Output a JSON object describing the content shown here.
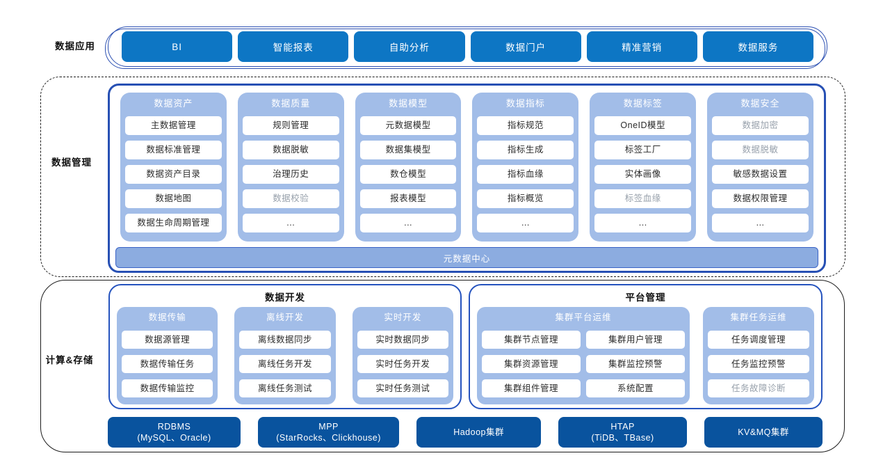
{
  "colors": {
    "app_button_blue": "#0d76c4",
    "storage_button_blue": "#09539e",
    "panel_light_blue": "#a2bde8",
    "metadata_bar_fill": "#8cace0",
    "metadata_bar_border": "#3a63c6",
    "box_border_blue": "#2553be",
    "inner_border_blue": "#2750b4",
    "muted_text_gray": "#97a0ab"
  },
  "app_layer": {
    "label": "数据应用",
    "buttons": [
      {
        "label": "BI"
      },
      {
        "label": "智能报表"
      },
      {
        "label": "自助分析"
      },
      {
        "label": "数据门户"
      },
      {
        "label": "精准营销"
      },
      {
        "label": "数据服务"
      }
    ]
  },
  "management_layer": {
    "label": "数据管理",
    "columns": [
      {
        "title": "数据资产",
        "items": [
          {
            "text": "主数据管理"
          },
          {
            "text": "数据标准管理"
          },
          {
            "text": "数据资产目录"
          },
          {
            "text": "数据地图"
          },
          {
            "text": "数据生命周期管理"
          }
        ]
      },
      {
        "title": "数据质量",
        "items": [
          {
            "text": "规则管理"
          },
          {
            "text": "数据脱敏"
          },
          {
            "text": "治理历史"
          },
          {
            "text": "数据校验",
            "muted": true
          },
          {
            "text": "..."
          }
        ]
      },
      {
        "title": "数据模型",
        "items": [
          {
            "text": "元数据模型"
          },
          {
            "text": "数据集模型"
          },
          {
            "text": "数仓模型"
          },
          {
            "text": "报表模型"
          },
          {
            "text": "..."
          }
        ]
      },
      {
        "title": "数据指标",
        "items": [
          {
            "text": "指标规范"
          },
          {
            "text": "指标生成"
          },
          {
            "text": "指标血缘"
          },
          {
            "text": "指标概览"
          },
          {
            "text": "..."
          }
        ]
      },
      {
        "title": "数据标签",
        "items": [
          {
            "text": "OneID模型"
          },
          {
            "text": "标签工厂"
          },
          {
            "text": "实体画像"
          },
          {
            "text": "标签血缘",
            "muted": true
          },
          {
            "text": "..."
          }
        ]
      },
      {
        "title": "数据安全",
        "items": [
          {
            "text": "数据加密",
            "muted": true
          },
          {
            "text": "数据脱敏",
            "muted": true
          },
          {
            "text": "敏感数据设置"
          },
          {
            "text": "数据权限管理"
          },
          {
            "text": "..."
          }
        ]
      }
    ],
    "metadata_bar": "元数据中心"
  },
  "compute_layer": {
    "label": "计算&存储",
    "dev_section": {
      "title": "数据开发",
      "groups": [
        {
          "title": "数据传输",
          "items": [
            {
              "text": "数据源管理"
            },
            {
              "text": "数据传输任务"
            },
            {
              "text": "数据传输监控"
            }
          ]
        },
        {
          "title": "离线开发",
          "items": [
            {
              "text": "离线数据同步"
            },
            {
              "text": "离线任务开发"
            },
            {
              "text": "离线任务测试"
            }
          ]
        },
        {
          "title": "实时开发",
          "items": [
            {
              "text": "实时数据同步"
            },
            {
              "text": "实时任务开发"
            },
            {
              "text": "实时任务测试"
            }
          ]
        }
      ]
    },
    "platform_section": {
      "title": "平台管理",
      "ops_group": {
        "title": "集群平台运维",
        "items": [
          {
            "text": "集群节点管理"
          },
          {
            "text": "集群用户管理"
          },
          {
            "text": "集群资源管理"
          },
          {
            "text": "集群监控预警"
          },
          {
            "text": "集群组件管理"
          },
          {
            "text": "系统配置"
          }
        ]
      },
      "task_group": {
        "title": "集群任务运维",
        "items": [
          {
            "text": "任务调度管理"
          },
          {
            "text": "任务监控预警"
          },
          {
            "text": "任务故障诊断",
            "muted": true
          }
        ]
      }
    },
    "storage_buttons": [
      {
        "line1": "RDBMS",
        "line2": "(MySQL、Oracle)"
      },
      {
        "line1": "MPP",
        "line2": "(StarRocks、Clickhouse)"
      },
      {
        "line1": "Hadoop集群",
        "line2": ""
      },
      {
        "line1": "HTAP",
        "line2": "(TiDB、TBase)"
      },
      {
        "line1": "KV&MQ集群",
        "line2": ""
      }
    ]
  }
}
